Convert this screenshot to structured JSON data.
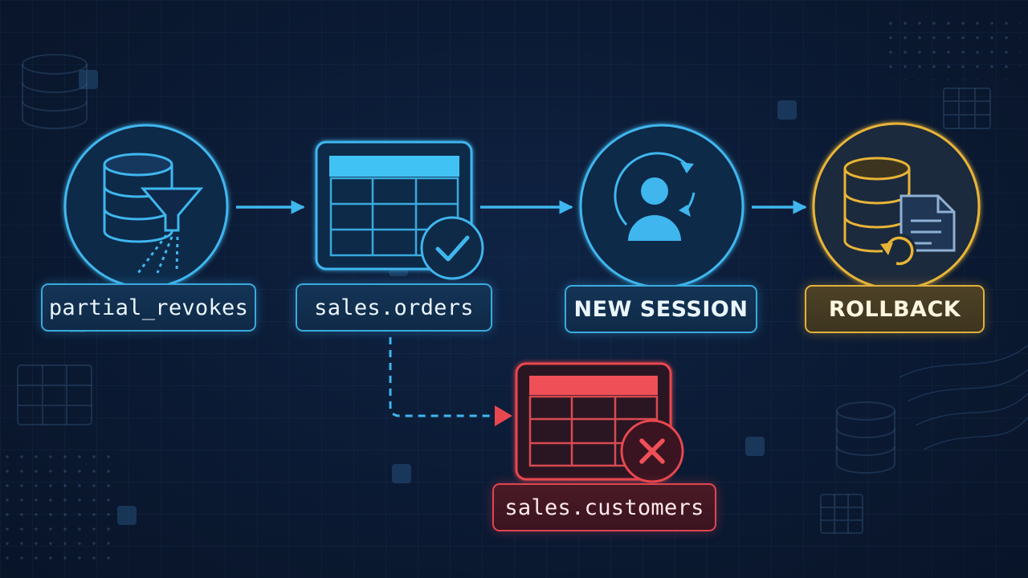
{
  "diagram": {
    "nodes": [
      {
        "id": "partial-revokes",
        "label": "partial_revokes",
        "icon": "database-filter-icon",
        "color": "#3fb6ee"
      },
      {
        "id": "sales-orders",
        "label": "sales.orders",
        "icon": "table-check-icon",
        "color": "#3fb6ee"
      },
      {
        "id": "new-session",
        "label": "NEW SESSION",
        "icon": "user-refresh-icon",
        "color": "#3fb6ee"
      },
      {
        "id": "rollback",
        "label": "ROLLBACK",
        "icon": "database-document-undo-icon",
        "color": "#e8b437"
      },
      {
        "id": "sales-customers",
        "label": "sales.customers",
        "icon": "table-error-icon",
        "color": "#e8474f"
      }
    ],
    "edges": [
      {
        "from": "partial-revokes",
        "to": "sales-orders",
        "style": "solid"
      },
      {
        "from": "sales-orders",
        "to": "new-session",
        "style": "solid"
      },
      {
        "from": "new-session",
        "to": "rollback",
        "style": "solid"
      },
      {
        "from": "sales-orders",
        "to": "sales-customers",
        "style": "dashed"
      }
    ]
  }
}
